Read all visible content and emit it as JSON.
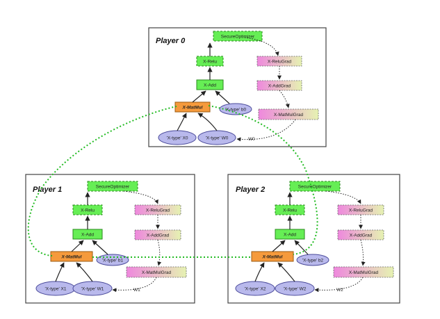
{
  "players": [
    {
      "title": "Player 0",
      "optimizer": "SecureOptimizer",
      "relu": "X-Relu",
      "add": "X-Add",
      "matmul": "X-MatMul",
      "bias": "'X-type' b0",
      "x": "'X-type' X0",
      "w": "'X-type' W0",
      "relu_grad": "X-ReluGrad",
      "add_grad": "X-AddGrad",
      "matmul_grad": "X-MatMulGrad",
      "w_label": "W0"
    },
    {
      "title": "Player 1",
      "optimizer": "SecureOptimizer",
      "relu": "X-Relu",
      "add": "X-Add",
      "matmul": "X-MatMul",
      "bias": "'X-type' b1",
      "x": "'X-type' X1",
      "w": "'X-type' W1",
      "relu_grad": "X-ReluGrad",
      "add_grad": "X-AddGrad",
      "matmul_grad": "X-MatMulGrad",
      "w_label": "W1"
    },
    {
      "title": "Player 2",
      "optimizer": "SecureOptimizer",
      "relu": "X-Relu",
      "add": "X-Add",
      "matmul": "X-MatMul",
      "bias": "'X-type' b2",
      "x": "'X-type' X2",
      "w": "'X-type' W2",
      "relu_grad": "X-ReluGrad",
      "add_grad": "X-AddGrad",
      "matmul_grad": "X-MatMulGrad",
      "w_label": "W2"
    }
  ],
  "colors": {
    "forward": "#66ee55",
    "matmul": "#f59a3c",
    "grad_left": "#ee88dd",
    "grad_right": "#e4f0b0",
    "tensor": "#b9b9ec",
    "link": "#22bb22"
  }
}
